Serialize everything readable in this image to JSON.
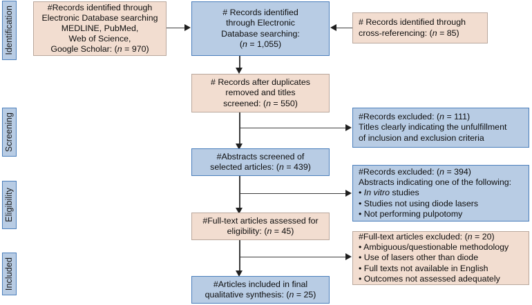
{
  "diagram": {
    "title": "PRISMA study selection flow diagram",
    "colors": {
      "pink_fill": "#f2ddd0",
      "pink_border": "#b9a79c",
      "blue_fill": "#b8cce4",
      "blue_border": "#4a7ebb",
      "connector": "#3b3b3b",
      "text": "#0d0d0d",
      "background": "#ffffff"
    }
  },
  "stages": [
    {
      "label": "Identification"
    },
    {
      "label": "Screening"
    },
    {
      "label": "Eligibility"
    },
    {
      "label": "Included"
    }
  ],
  "boxes": {
    "sources_database": {
      "lines": [
        "#Records identified through",
        "Electronic Database searching",
        "MEDLINE, PubMed,",
        "Web of Science,",
        "Google Scholar: (n = 970)"
      ],
      "n": 970,
      "color": "pink"
    },
    "identified_total": {
      "lines": [
        "# Records identified",
        "through Electronic",
        "Database searching:",
        "(n = 1,055)"
      ],
      "n": 1055,
      "color": "blue"
    },
    "cross_referencing": {
      "lines": [
        "# Records identified through",
        "cross-referencing: (n = 85)"
      ],
      "n": 85,
      "color": "pink"
    },
    "after_duplicates": {
      "lines": [
        "# Records after duplicates",
        "removed and titles",
        "screened: (n = 550)"
      ],
      "n": 550,
      "color": "pink"
    },
    "abstracts_screened": {
      "lines": [
        "#Abstracts screened of",
        "selected articles: (n = 439)"
      ],
      "n": 439,
      "color": "blue"
    },
    "fulltext_assessed": {
      "lines": [
        "#Full-text articles assessed for",
        "eligibility: (n = 45)"
      ],
      "n": 45,
      "color": "pink"
    },
    "included_final": {
      "lines": [
        "#Articles included in final",
        "qualitative synthesis: (n = 25)"
      ],
      "n": 25,
      "color": "blue"
    },
    "excluded_titles": {
      "lines": [
        "#Records excluded: (n = 111)",
        "Titles clearly indicating the unfulfillment",
        "of inclusion and exclusion criteria"
      ],
      "n": 111,
      "color": "blue"
    },
    "excluded_abstracts": {
      "heading": "#Records excluded: (n = 394)",
      "subheading": "Abstracts indicating one of the following:",
      "bullets": [
        "• In vitro studies",
        "• Studies not using diode lasers",
        "• Not performing pulpotomy"
      ],
      "n": 394,
      "color": "blue"
    },
    "excluded_fulltext": {
      "heading": "#Full-text articles excluded: (n = 20)",
      "bullets": [
        "• Ambiguous/questionable methodology",
        "• Use of lasers other than diode",
        "• Full texts not available in English",
        "• Outcomes not assessed adequately"
      ],
      "n": 20,
      "color": "pink"
    }
  }
}
